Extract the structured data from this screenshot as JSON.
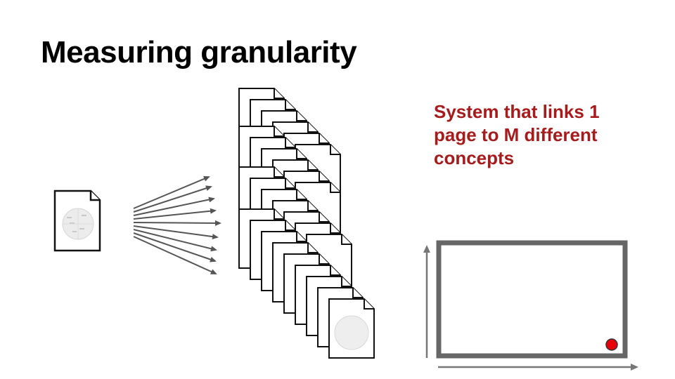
{
  "slide": {
    "title": "Measuring granularity",
    "caption": "System that links 1\npage to M different\nconcepts"
  },
  "icons": {
    "source_page": "wikipedia-page-icon",
    "target_pages": "document-icon",
    "wiki_logo": "wikipedia-globe-icon"
  },
  "colors": {
    "caption": "#a61c1c",
    "arrows": "#555555",
    "frame": "#666666",
    "marker": "#e8000b"
  },
  "diagram": {
    "link_count": 9,
    "marker": {
      "x": 1.0,
      "y": 0.0
    }
  }
}
